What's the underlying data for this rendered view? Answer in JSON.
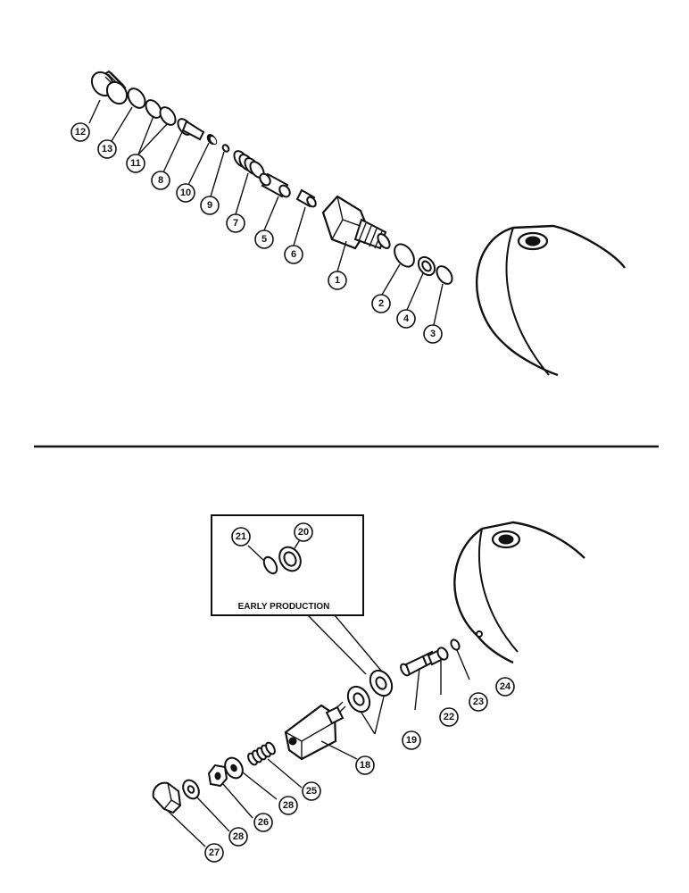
{
  "diagram": {
    "upper_callouts": [
      {
        "label": "12"
      },
      {
        "label": "13"
      },
      {
        "label": "11"
      },
      {
        "label": "8"
      },
      {
        "label": "10"
      },
      {
        "label": "9"
      },
      {
        "label": "7"
      },
      {
        "label": "5"
      },
      {
        "label": "6"
      },
      {
        "label": "1"
      },
      {
        "label": "2"
      },
      {
        "label": "4"
      },
      {
        "label": "3"
      }
    ],
    "lower_callouts": [
      {
        "label": "21"
      },
      {
        "label": "20"
      },
      {
        "label": "19"
      },
      {
        "label": "22"
      },
      {
        "label": "23"
      },
      {
        "label": "24"
      },
      {
        "label": "18"
      },
      {
        "label": "25"
      },
      {
        "label": "28"
      },
      {
        "label": "26"
      },
      {
        "label": "28"
      },
      {
        "label": "27"
      }
    ],
    "inset_title": "EARLY PRODUCTION"
  }
}
